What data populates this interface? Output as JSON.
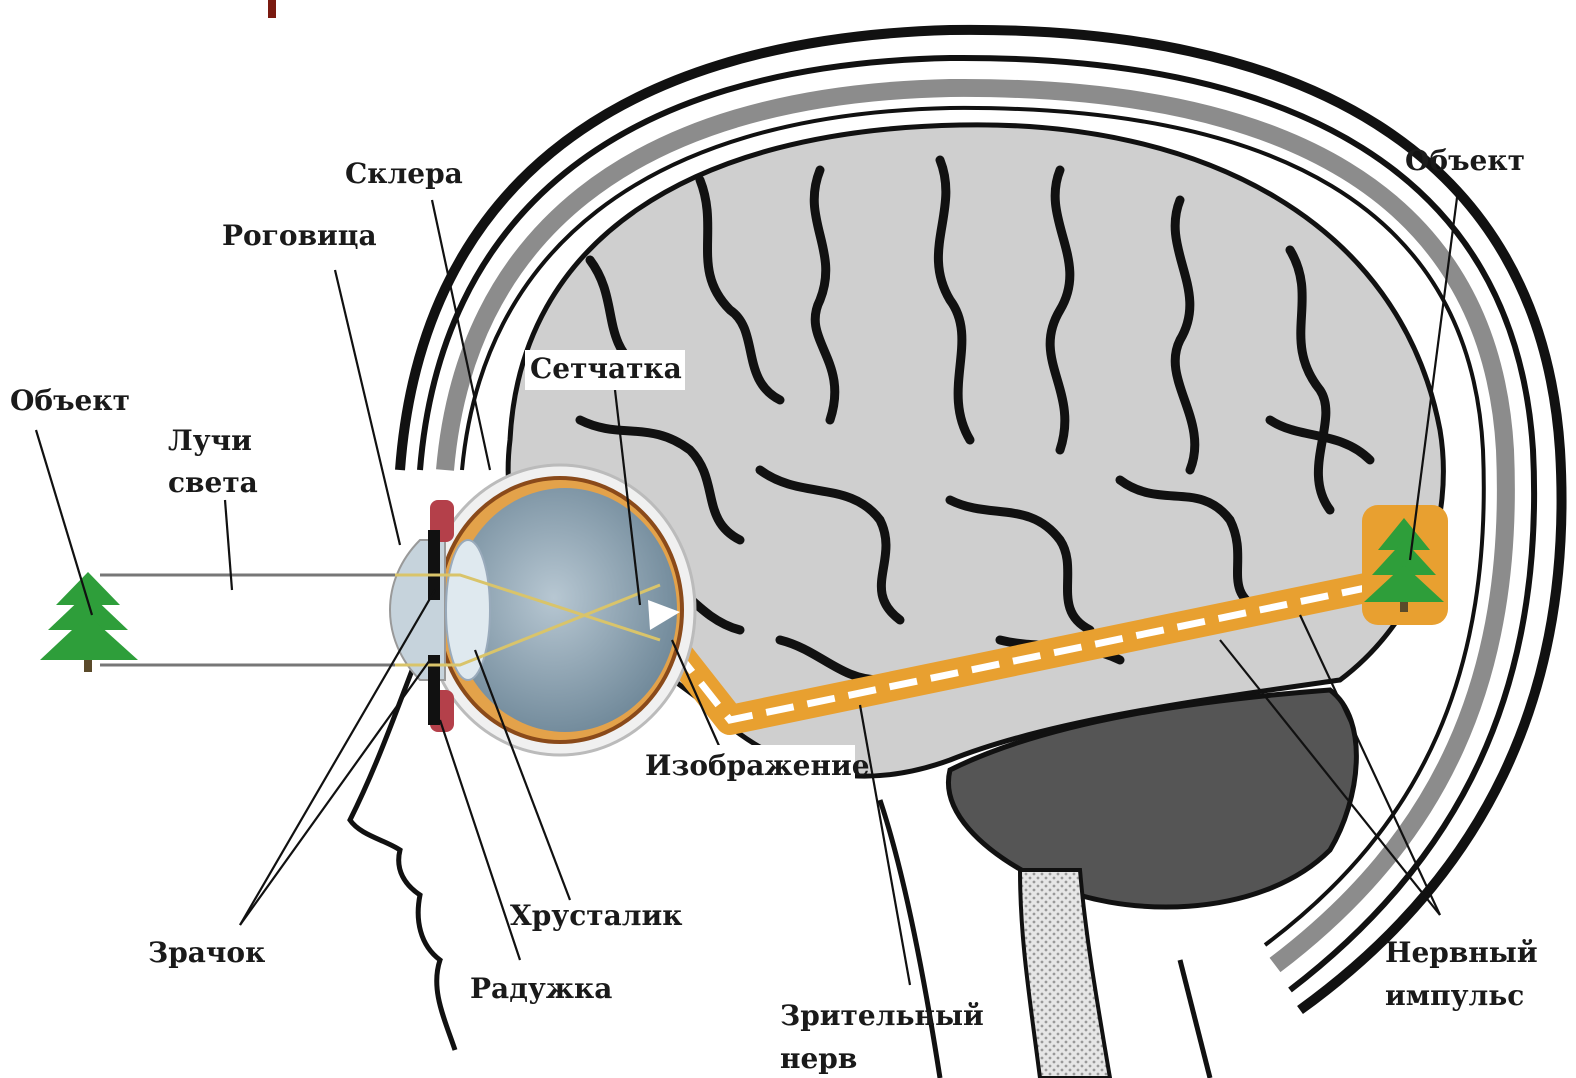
{
  "diagram": {
    "labels": {
      "object_left": "Объект",
      "light_rays_1": "Лучи",
      "light_rays_2": "света",
      "cornea": "Роговица",
      "sclera": "Склера",
      "retina": "Сетчатка",
      "image": "Изображение",
      "lens": "Хрусталик",
      "pupil": "Зрачок",
      "iris": "Радужка",
      "optic_nerve_1": "Зрительный",
      "optic_nerve_2": "нерв",
      "object_right": "Объект",
      "nerve_impulse_1": "Нервный",
      "nerve_impulse_2": "импульс"
    },
    "colors": {
      "tree": "#2e9e3a",
      "nerve": "#e8a030",
      "brain": "#cfcfcf",
      "skull": "#9a9a9a",
      "cerebellum": "#555555",
      "eye": "#8fa7b8",
      "iris": "#b4404a"
    }
  }
}
